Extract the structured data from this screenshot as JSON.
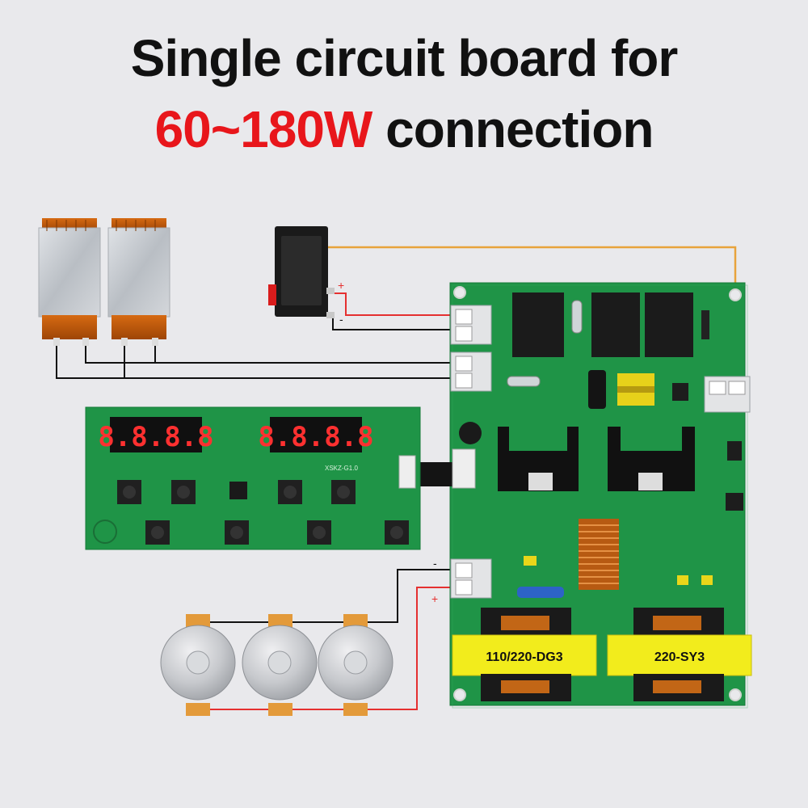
{
  "title": {
    "line1": "Single circuit board for",
    "line2_accent": "60~180W",
    "line2_rest": "connection"
  },
  "display_board": {
    "display1": "8.8.8.8",
    "display2": "8.8.8.8",
    "silkscreen_model": "XSKZ-G1.0"
  },
  "main_board": {
    "transformer1_label": "110/220-DG3",
    "transformer2_label": "220-SY3"
  },
  "polarity": {
    "switch_plus": "+",
    "switch_minus": "-",
    "output_minus": "-",
    "output_plus": "+"
  },
  "colors": {
    "board": "#1f9447",
    "accent_red": "#e8161b",
    "wire_orange": "#e8a33c",
    "wire_red": "#e53030",
    "wire_black": "#111111",
    "transformer_tape": "#f2ec1c"
  }
}
